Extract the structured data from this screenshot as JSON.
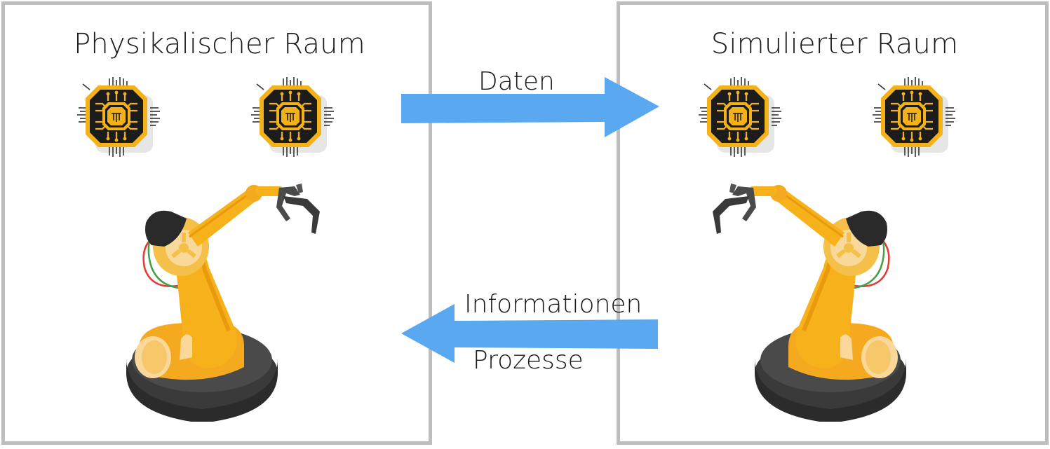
{
  "panels": {
    "left": {
      "title": "Physikalischer Raum"
    },
    "right": {
      "title": "Simulierter Raum"
    }
  },
  "arrows": {
    "top": {
      "label": "Daten",
      "direction": "right",
      "color": "#5aa8f0"
    },
    "bottom": {
      "labels": [
        "Informationen",
        "Prozesse"
      ],
      "direction": "left",
      "color": "#5aa8f0"
    }
  },
  "icons": {
    "chip": "microchip-icon",
    "robot": "robot-arm-icon"
  },
  "colors": {
    "border": "#bdbdbd",
    "arrow": "#5aa8f0",
    "robot_yellow": "#f7b21b",
    "chip_gold": "#f4b21a",
    "chip_dark": "#1c1c1c"
  }
}
